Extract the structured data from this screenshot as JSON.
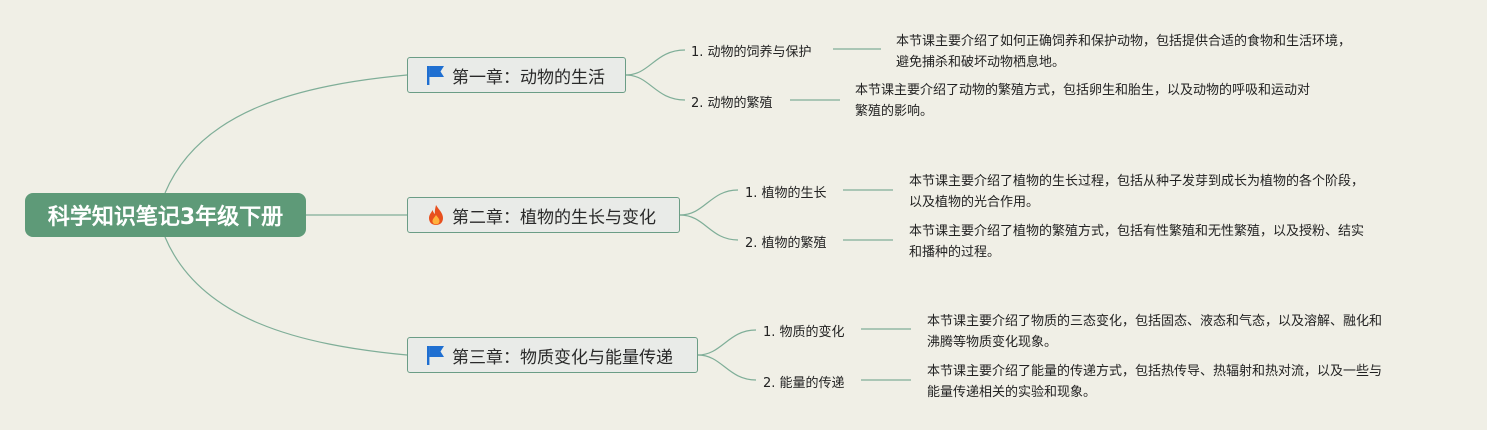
{
  "root": {
    "title": "科学知识笔记3年级下册"
  },
  "chapters": [
    {
      "icon": "flag-icon",
      "title": "第一章：动物的生活",
      "topics": [
        {
          "label": "1. 动物的饲养与保护",
          "desc_lines": [
            "本节课主要介绍了如何正确饲养和保护动物，包括提供合适的食物和生活环境，",
            "避免捕杀和破坏动物栖息地。"
          ]
        },
        {
          "label": "2. 动物的繁殖",
          "desc_lines": [
            "本节课主要介绍了动物的繁殖方式，包括卵生和胎生，以及动物的呼吸和运动对",
            "繁殖的影响。"
          ]
        }
      ]
    },
    {
      "icon": "fire-icon",
      "title": "第二章：植物的生长与变化",
      "topics": [
        {
          "label": "1. 植物的生长",
          "desc_lines": [
            "本节课主要介绍了植物的生长过程，包括从种子发芽到成长为植物的各个阶段，",
            "以及植物的光合作用。"
          ]
        },
        {
          "label": "2. 植物的繁殖",
          "desc_lines": [
            "本节课主要介绍了植物的繁殖方式，包括有性繁殖和无性繁殖，以及授粉、结实",
            "和播种的过程。"
          ]
        }
      ]
    },
    {
      "icon": "flag-icon",
      "title": "第三章：物质变化与能量传递",
      "topics": [
        {
          "label": "1. 物质的变化",
          "desc_lines": [
            "本节课主要介绍了物质的三态变化，包括固态、液态和气态，以及溶解、融化和",
            "沸腾等物质变化现象。"
          ]
        },
        {
          "label": "2. 能量的传递",
          "desc_lines": [
            "本节课主要介绍了能量的传递方式，包括热传导、热辐射和热对流，以及一些与",
            "能量传递相关的实验和现象。"
          ]
        }
      ]
    }
  ],
  "colors": {
    "background": "#f0efe6",
    "root_fill": "#5e9a78",
    "chapter_border": "#6b9d86",
    "chapter_fill": "#e9ebe8",
    "link": "#7fae98",
    "flag": "#1f6fd1",
    "fire": "#e8501e"
  }
}
